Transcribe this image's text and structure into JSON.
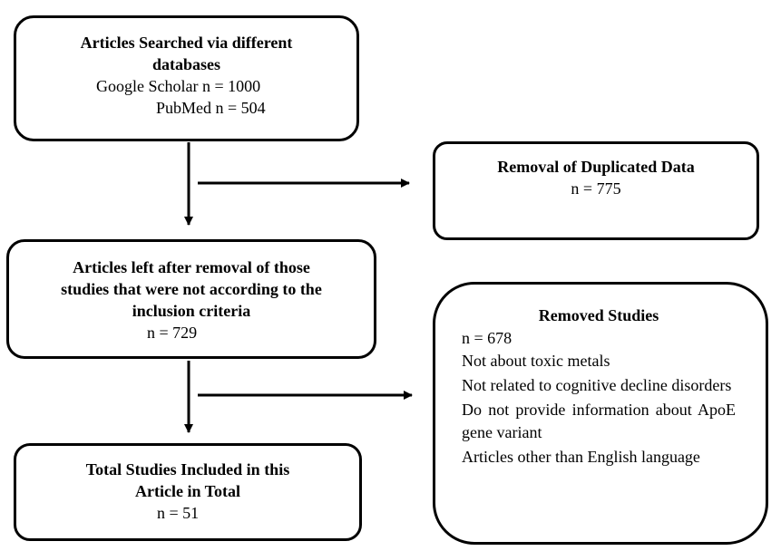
{
  "search_box": {
    "title_line1": "Articles Searched via different",
    "title_line2": "databases",
    "google_scholar": "Google Scholar n = 1000",
    "pubmed": "PubMed n = 504"
  },
  "duplicates_box": {
    "title": "Removal of Duplicated Data",
    "count": "n = 775"
  },
  "after_criteria_box": {
    "title_line1": "Articles left after removal of those",
    "title_line2": "studies that were not according to the",
    "title_line3": "inclusion criteria",
    "count": "n = 729"
  },
  "removed_box": {
    "title": "Removed Studies",
    "count": "n = 678",
    "reasons": [
      "Not about toxic metals",
      "Not related to cognitive decline disorders",
      "Do not provide information about ApoE gene variant",
      "Articles other than English language"
    ]
  },
  "total_box": {
    "title_line1": "Total Studies Included in this",
    "title_line2": "Article in Total",
    "count": "n = 51"
  },
  "colors": {
    "border": "#000000",
    "background": "#ffffff",
    "text": "#000000"
  }
}
